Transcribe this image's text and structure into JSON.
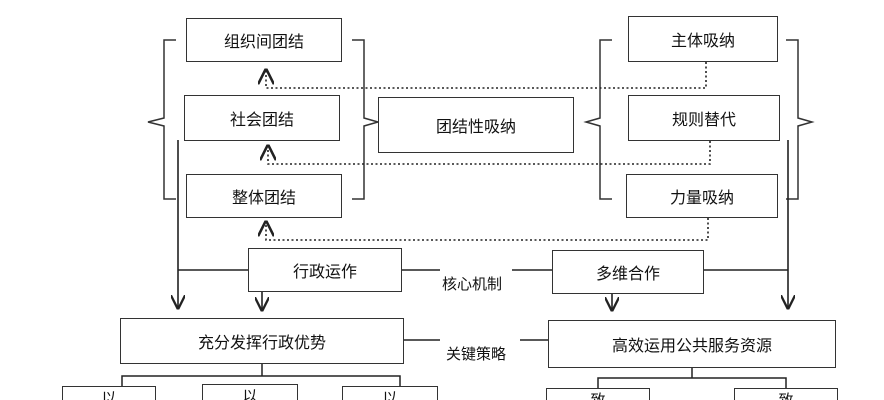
{
  "left_group": [
    "组织间团结",
    "社会团结",
    "整体团结"
  ],
  "center_box": "团结性吸纳",
  "right_group": [
    "主体吸纳",
    "规则替代",
    "力量吸纳"
  ],
  "middle_row": {
    "left": "行政运作",
    "label": "核心机制",
    "right": "多维合作"
  },
  "strategy_row": {
    "left": "充分发挥行政优势",
    "label": "关键策略",
    "right": "高效运用公共服务资源"
  },
  "bottom_left_boxes": [
    "以",
    "以",
    "以"
  ],
  "bottom_right_boxes": [
    "致",
    "致"
  ]
}
